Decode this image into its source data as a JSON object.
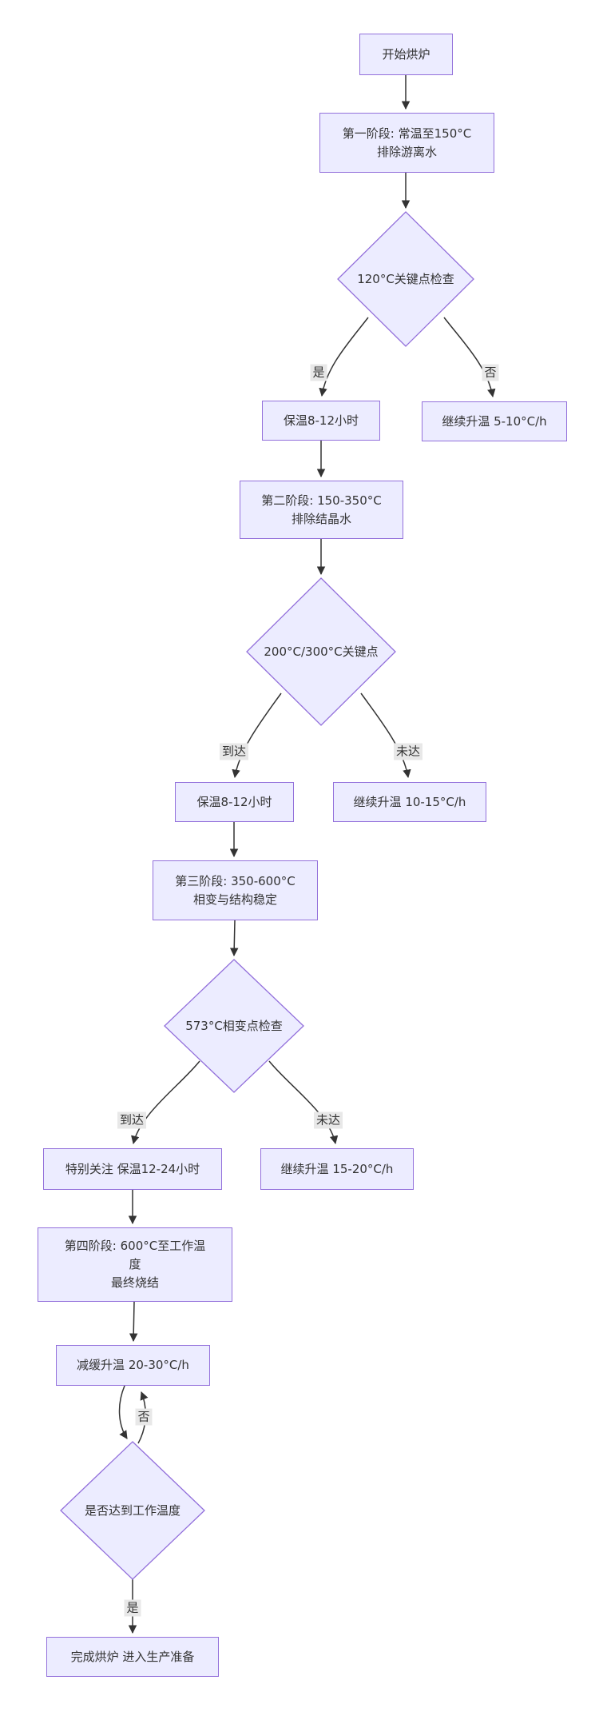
{
  "colors": {
    "node_fill": "#ECECFF",
    "node_border": "#9370DB",
    "edge": "#333333",
    "edge_label_bg": "#e8e8e8",
    "text": "#333333"
  },
  "flowchart": {
    "nodes": {
      "start": {
        "label": "开始烘炉"
      },
      "stage1": {
        "line1": "第一阶段: 常温至150°C",
        "line2": "排除游离水"
      },
      "check120": {
        "label": "120°C关键点检查"
      },
      "hold1": {
        "label": "保温8-12小时"
      },
      "continue1": {
        "label": "继续升温 5-10°C/h"
      },
      "stage2": {
        "line1": "第二阶段: 150-350°C",
        "line2": "排除结晶水"
      },
      "check200300": {
        "label": "200°C/300°C关键点"
      },
      "hold2": {
        "label": "保温8-12小时"
      },
      "continue2": {
        "label": "继续升温 10-15°C/h"
      },
      "stage3": {
        "line1": "第三阶段: 350-600°C",
        "line2": "相变与结构稳定"
      },
      "check573": {
        "label": "573°C相变点检查"
      },
      "hold3": {
        "label": "特别关注 保温12-24小时"
      },
      "continue3": {
        "label": "继续升温 15-20°C/h"
      },
      "stage4": {
        "line1": "第四阶段: 600°C至工作温",
        "line2": "度",
        "line3": "最终烧结"
      },
      "slow": {
        "label": "减缓升温 20-30°C/h"
      },
      "checkwork": {
        "label": "是否达到工作温度"
      },
      "done": {
        "label": "完成烘炉 进入生产准备"
      }
    },
    "edge_labels": {
      "yes1": "是",
      "no1": "否",
      "reach2": "到达",
      "notreach2": "未达",
      "reach3": "到达",
      "notreach3": "未达",
      "loop_no": "否",
      "final_yes": "是"
    }
  }
}
